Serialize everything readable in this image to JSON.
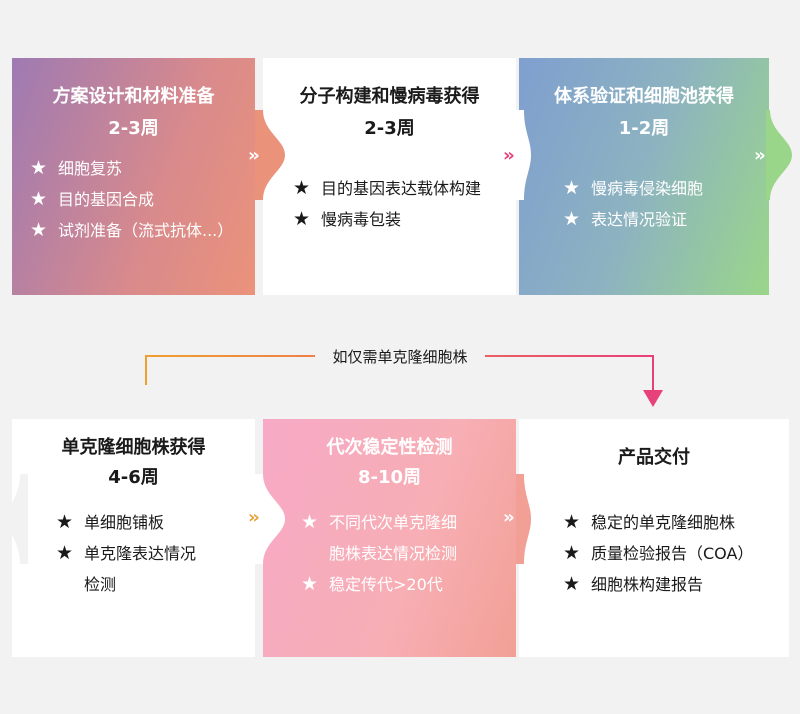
{
  "steps": [
    {
      "title": "方案设计和材料准备",
      "duration": "2-3周",
      "items": [
        "细胞复苏",
        "目的基因合成",
        "试剂准备（流式抗体...）"
      ]
    },
    {
      "title": "分子构建和慢病毒获得",
      "duration": "2-3周",
      "items": [
        "目的基因表达载体构建",
        "慢病毒包装"
      ]
    },
    {
      "title": "体系验证和细胞池获得",
      "duration": "1-2周",
      "items": [
        "慢病毒侵染细胞",
        "表达情况验证"
      ]
    },
    {
      "title": "单克隆细胞株获得",
      "duration": "4-6周",
      "items": [
        "单细胞铺板",
        "单克隆表达情况",
        "检测"
      ]
    },
    {
      "title": "代次稳定性检测",
      "duration": "8-10周",
      "items": [
        "不同代次单克隆细",
        "胞株表达情况检测",
        "稳定传代>20代"
      ]
    },
    {
      "title": "产品交付",
      "duration": "",
      "items": [
        "稳定的单克隆细胞株",
        "质量检验报告（COA）",
        "细胞株构建报告"
      ]
    }
  ],
  "connector": {
    "label": "如仅需单克隆细胞株"
  },
  "icons": {
    "bullet": "star-icon",
    "arrow": "double-chevron-right-icon"
  },
  "colors": {
    "accent_pink": "#e8407a",
    "accent_orange": "#f0a030",
    "gold": "#e7a23a"
  }
}
